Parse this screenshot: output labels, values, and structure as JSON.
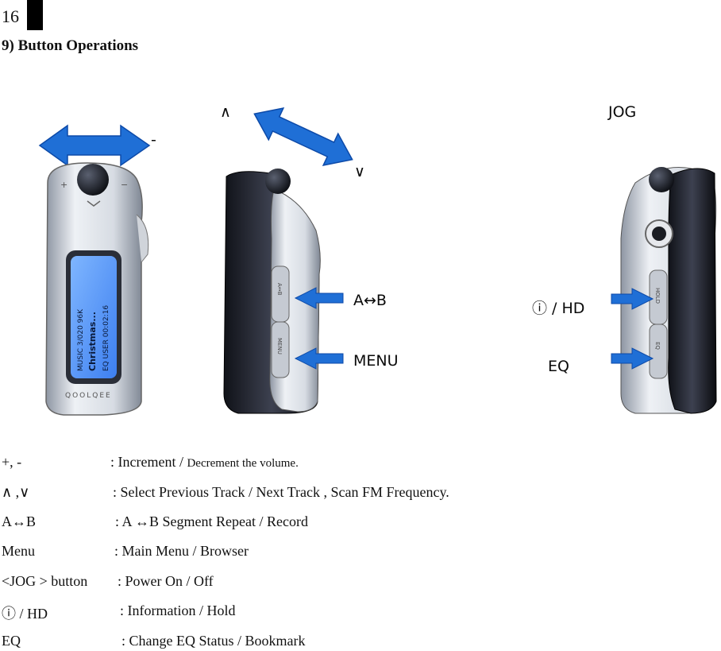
{
  "page": {
    "number": "16",
    "section_title": "9) Button Operations"
  },
  "figure": {
    "labels": {
      "minus": "-",
      "up": "∧",
      "down": "∨",
      "jog": "JOG",
      "ab": "A↔B",
      "menu": "MENU",
      "info_hd": "ⓘ / HD",
      "eq": "EQ"
    },
    "device_screen": {
      "line1": "MUSIC 3/020 96K",
      "line2": "Christmas...",
      "line3": "EQ USER 00:02:16"
    },
    "brand": "QOOLQEE",
    "side_button_labels": {
      "ab": "A↔B",
      "menu": "MENU",
      "info_hd": "HOLD",
      "eq": "EQ"
    },
    "accent_color": "#1f6fd6"
  },
  "descriptions": [
    {
      "key": "+, -",
      "colon": ": Increment / ",
      "value_small": "Decrement the volume.",
      "value": ""
    },
    {
      "key": "∧ ,∨",
      "colon": ": Select Previous Track / Next Track , Scan FM Frequency.",
      "value_small": "",
      "value": ""
    },
    {
      "key": "A↔B",
      "colon": ": A ↔B Segment Repeat / Record",
      "value_small": "",
      "value": ""
    },
    {
      "key": "Menu",
      "colon": ": Main Menu / Browser",
      "value_small": "",
      "value": ""
    },
    {
      "key": "<JOG > button",
      "colon": ": Power On / Off",
      "value_small": "",
      "value": ""
    },
    {
      "key": "ⓘ  / HD",
      "colon": ": Information / Hold",
      "value_small": "",
      "value": ""
    },
    {
      "key": "EQ",
      "colon": ": Change EQ Status / Bookmark",
      "value_small": "",
      "value": ""
    }
  ]
}
